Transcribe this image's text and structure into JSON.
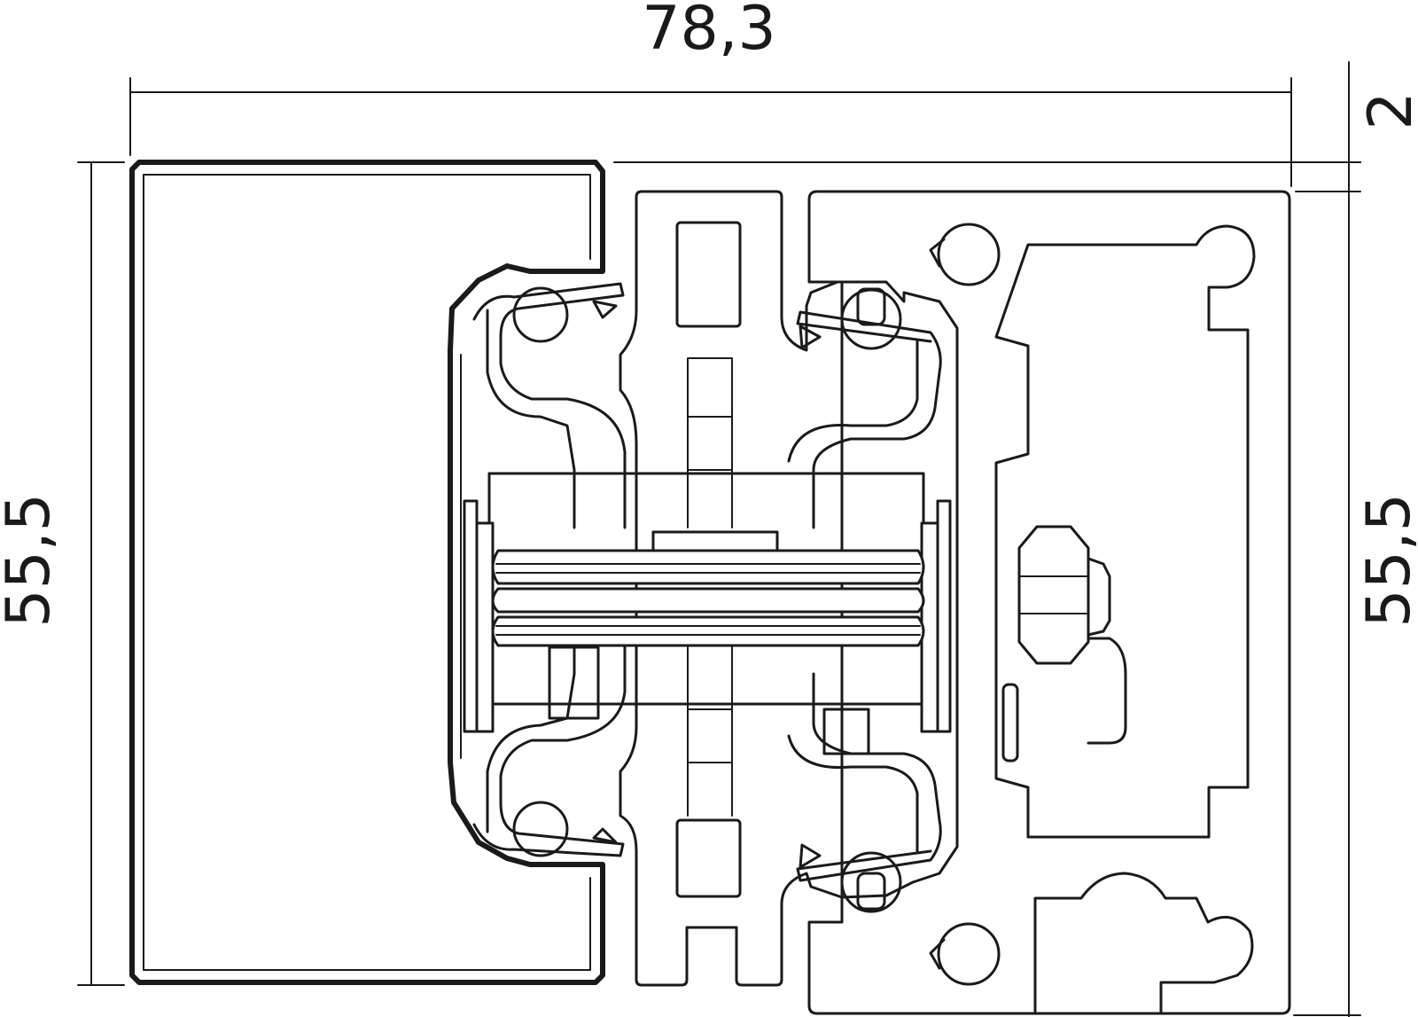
{
  "dimensions": {
    "width_label": "78,3",
    "gap_label": "2",
    "left_height_label": "55,5",
    "right_height_label": "55,5"
  },
  "colors": {
    "line": "#1a1a1a",
    "background": "#ffffff"
  }
}
